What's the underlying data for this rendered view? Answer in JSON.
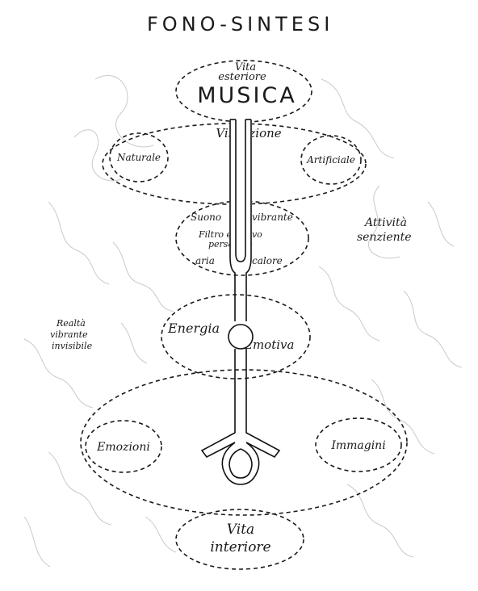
{
  "title": "FONO-SINTESI",
  "top": {
    "small_line1": "Vita",
    "small_line2": "esteriore",
    "main": "MUSICA"
  },
  "vibration": {
    "label": "Vibrazione",
    "left": "Naturale",
    "right": "Artificiale"
  },
  "sound": {
    "line1_left": "Suono",
    "line1_right": "vibrante",
    "line2": "Filtro emotivo",
    "line3": "personale",
    "line4_left": "aria",
    "line4_right": "calore"
  },
  "side_right": {
    "line1": "Attività",
    "line2": "senziente"
  },
  "side_left": {
    "line1": "Realtà",
    "line2": "vibrante",
    "line3": "invisibile"
  },
  "energy": {
    "left": "Energia",
    "right": "Emotiva"
  },
  "lower": {
    "left": "Emozioni",
    "right": "Immagini"
  },
  "bottom": {
    "line1": "Vita",
    "line2": "interiore"
  }
}
